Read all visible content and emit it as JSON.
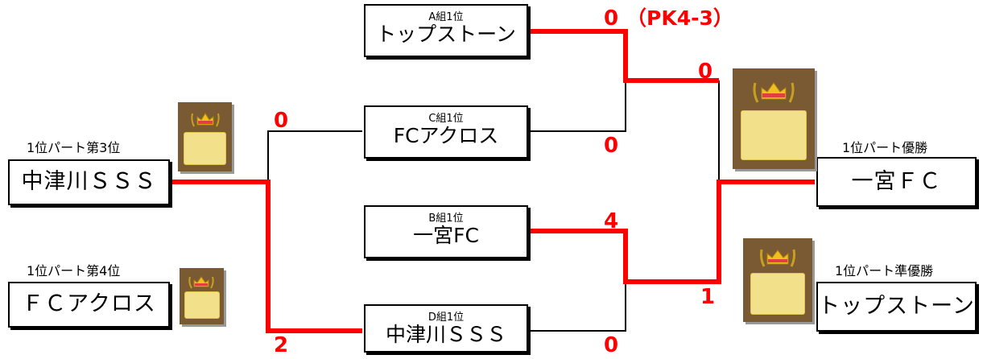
{
  "pk_note": "（PK4-3）",
  "groups": [
    {
      "label": "A組1位",
      "team": "トップストーン"
    },
    {
      "label": "C組1位",
      "team": "FCアクロス"
    },
    {
      "label": "B組1位",
      "team": "一宮FC"
    },
    {
      "label": "D組1位",
      "team": "中津川ＳＳＳ"
    }
  ],
  "results": [
    {
      "caption": "1位パート第3位",
      "team": "中津川ＳＳＳ"
    },
    {
      "caption": "1位パート第4位",
      "team": "ＦＣアクロス"
    },
    {
      "caption": "1位パート優勝",
      "team": "一宮ＦＣ"
    },
    {
      "caption": "1位パート準優勝",
      "team": "トップストーン"
    }
  ],
  "scores": {
    "a_first_round": "0",
    "c_first_round": "0",
    "b_first_round": "4",
    "d_first_round": "0",
    "final_top": "0",
    "final_bottom": "1",
    "third_place_top": "0",
    "third_place_bottom": "2"
  },
  "colors": {
    "winner_line": "#ff0000",
    "loser_line": "#000000",
    "plaque": "#7a5a32",
    "plate": "#f2e08a"
  },
  "icons": [
    "crown-icon",
    "laurel-icon"
  ]
}
